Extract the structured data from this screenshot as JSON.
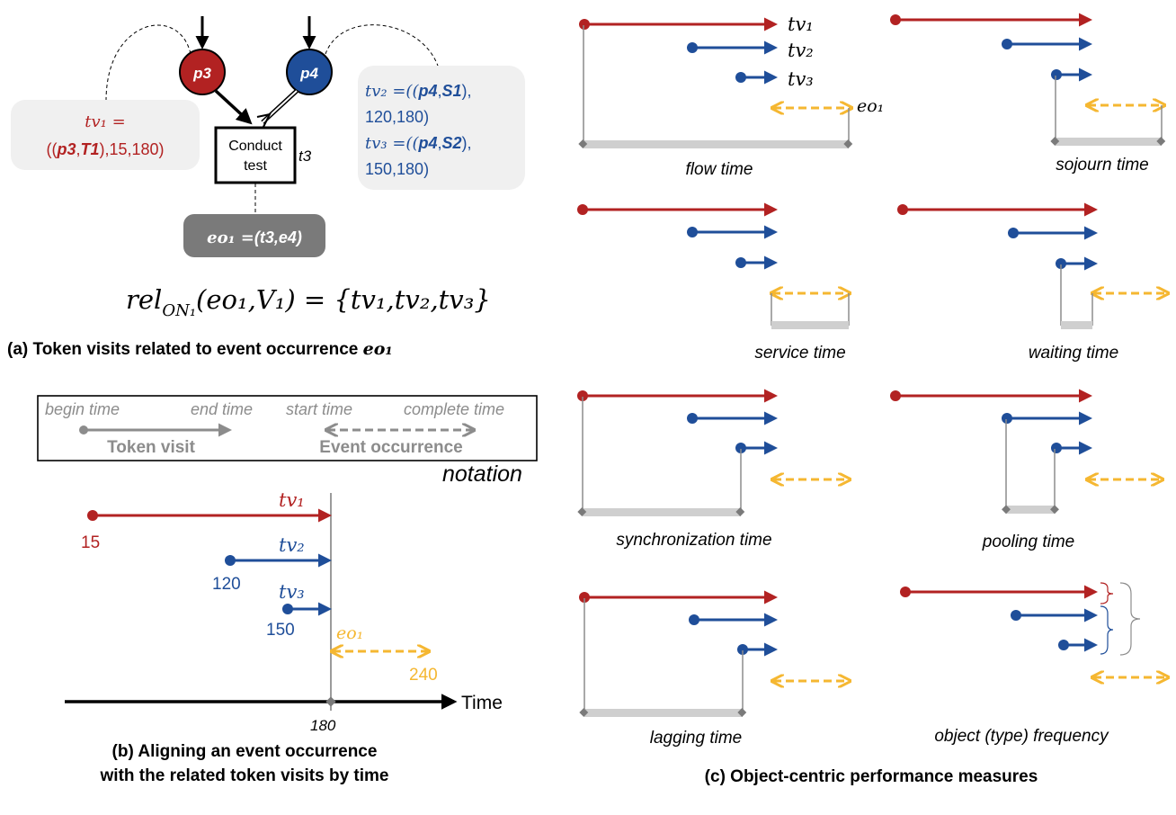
{
  "colors": {
    "red": "#b22222",
    "blue": "#1f4e99",
    "yellow": "#f5b731",
    "gray": "#8c8c8c",
    "lightgray": "#f0f0f0",
    "darkgray": "#7a7a7a",
    "black": "#000000"
  },
  "panel_a": {
    "place_p3": "p3",
    "place_p4": "p4",
    "transition_label_line1": "Conduct",
    "transition_label_line2": "test",
    "transition_id": "t3",
    "tv1_box": {
      "line1": "tv₁ =",
      "line2_pre": "((",
      "line2_place": "p3",
      "line2_sep": ",",
      "line2_obj": "T1",
      "line2_post": "),15,180)"
    },
    "tv2_box": {
      "line1_pre": "tv₂ =((",
      "line1_place": "p4",
      "line1_sep": ",",
      "line1_obj": "S1",
      "line1_post": "),",
      "line2": "120,180)"
    },
    "tv3_box": {
      "line1_pre": "tv₃ =((",
      "line1_place": "p4",
      "line1_sep": ",",
      "line1_obj": "S2",
      "line1_post": "),",
      "line2": "150,180)"
    },
    "eo_box": {
      "pre": "eo₁ =",
      "post": "(t3,e4)"
    },
    "formula": "rel",
    "formula_sub": "ON₁",
    "formula_rest": "(eo₁,V₁) = {tv₁,tv₂,tv₃}",
    "caption": "(a) Token visits related to event occurrence ",
    "caption_math": "eo₁"
  },
  "notation": {
    "begin_time": "begin time",
    "end_time": "end time",
    "start_time": "start time",
    "complete_time": "complete time",
    "token_visit": "Token visit",
    "event_occurrence": "Event occurrence",
    "title": "notation"
  },
  "panel_b": {
    "tv1_label": "tv₁",
    "tv2_label": "tv₂",
    "tv3_label": "tv₃",
    "eo1_label": "eo₁",
    "v15": "15",
    "v120": "120",
    "v150": "150",
    "v240": "240",
    "v180": "180",
    "axis_label": "Time",
    "caption_line1": "(b) Aligning an event occurrence",
    "caption_line2": "with the related token visits by time"
  },
  "panel_c": {
    "tv1": "tv₁",
    "tv2": "tv₂",
    "tv3": "tv₃",
    "eo1": "eo₁",
    "measures": {
      "flow": "flow time",
      "sojourn": "sojourn time",
      "service": "service time",
      "waiting": "waiting time",
      "sync": "synchronization time",
      "pooling": "pooling time",
      "lagging": "lagging time",
      "frequency": "object (type) frequency"
    },
    "caption": "(c) Object-centric performance measures"
  }
}
